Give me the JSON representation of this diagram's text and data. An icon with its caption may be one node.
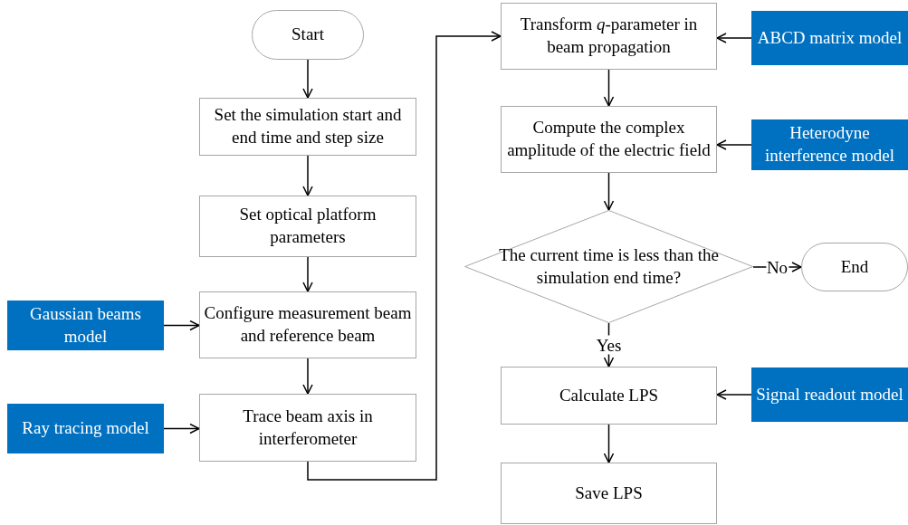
{
  "diagram": {
    "nodes": [
      {
        "text": [
          "Start"
        ]
      },
      {
        "text": [
          "Set the simulation start and end time and step size"
        ]
      },
      {
        "text": [
          "Set optical platform parameters"
        ]
      },
      {
        "text": [
          "Configure measurement beam and reference beam"
        ]
      },
      {
        "text": [
          "Trace beam axis in interferometer"
        ]
      },
      {
        "text": [
          "Gaussian beams model"
        ]
      },
      {
        "text": [
          "Ray tracing model"
        ]
      },
      {
        "text": [
          "Transform *q*-parameter in beam propagation"
        ]
      },
      {
        "text": [
          "ABCD matrix model"
        ]
      },
      {
        "text": [
          "Compute the complex amplitude of the electric field"
        ]
      },
      {
        "text": [
          "Heterodyne interference model"
        ]
      },
      {
        "text": [
          "The current time is less than the simulation end time?"
        ]
      },
      {
        "text": [
          "End"
        ]
      },
      {
        "text": [
          "Calculate LPS"
        ]
      },
      {
        "text": [
          "Signal readout model"
        ]
      },
      {
        "text": [
          "Save LPS"
        ]
      }
    ],
    "edges": [
      {
        "from": 0,
        "to": 1,
        "arrow": "to"
      },
      {
        "from": 1,
        "to": 2,
        "arrow": "to"
      },
      {
        "from": 2,
        "to": 3,
        "arrow": "to"
      },
      {
        "from": 3,
        "to": 4,
        "arrow": "to"
      },
      {
        "from": 4,
        "to": 7,
        "arrow": "to"
      },
      {
        "from": 5,
        "to": 3,
        "arrow": "to"
      },
      {
        "from": 6,
        "to": 4,
        "arrow": "to"
      },
      {
        "from": 8,
        "to": 7,
        "arrow": "to"
      },
      {
        "from": 7,
        "to": 9,
        "arrow": "to"
      },
      {
        "from": 10,
        "to": 9,
        "arrow": "to"
      },
      {
        "from": 9,
        "to": 11,
        "arrow": "to"
      },
      {
        "from": 11,
        "to": 12,
        "arrow": "to",
        "label": "No"
      },
      {
        "from": 11,
        "to": 13,
        "arrow": "to",
        "label": "Yes"
      },
      {
        "from": 14,
        "to": 13,
        "arrow": "to"
      },
      {
        "from": 13,
        "to": 15,
        "arrow": "to"
      }
    ]
  }
}
